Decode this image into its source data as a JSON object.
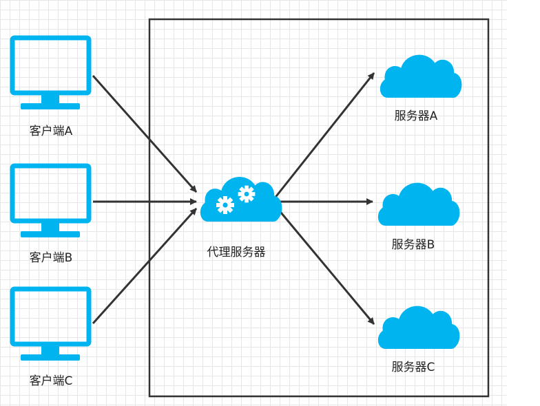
{
  "diagram": {
    "clients": [
      {
        "label": "客户端A"
      },
      {
        "label": "客户端B"
      },
      {
        "label": "客户端C"
      }
    ],
    "proxy": {
      "label": "代理服务器"
    },
    "servers": [
      {
        "label": "服务器A"
      },
      {
        "label": "服务器B"
      },
      {
        "label": "服务器C"
      }
    ],
    "colors": {
      "icon": "#00b4f0",
      "arrow": "#333333",
      "frame": "#333333"
    },
    "icons": {
      "client": "monitor-icon",
      "proxy": "gear-cloud-icon",
      "server": "cloud-icon"
    }
  }
}
